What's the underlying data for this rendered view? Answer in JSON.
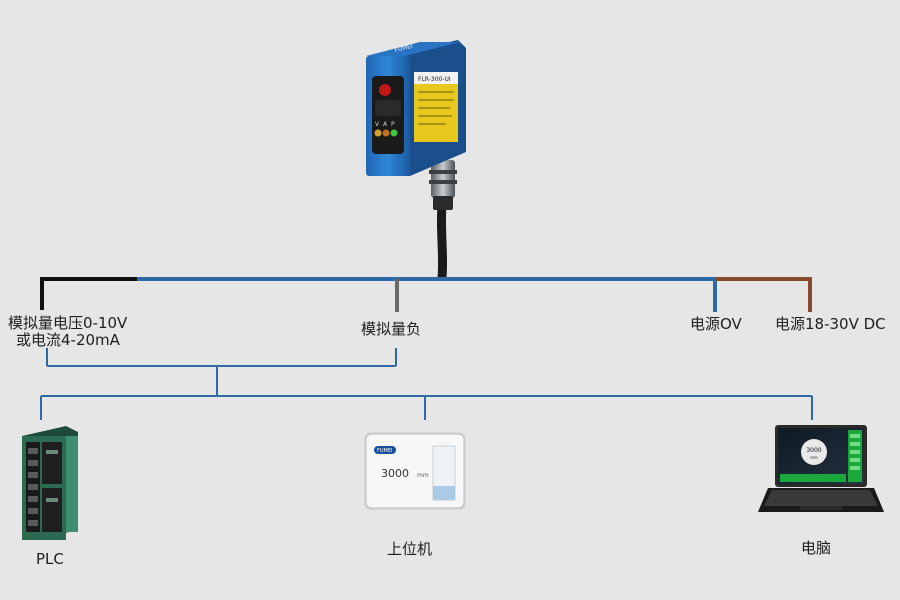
{
  "sensor": {
    "brand": "FUMEI",
    "model": "FLR-300-UI",
    "indicator_labels": [
      "V",
      "A",
      "P"
    ]
  },
  "wires": [
    {
      "label_line1": "模拟量电压0-10V",
      "label_line2": "或电流4-20mA",
      "color": "#111111"
    },
    {
      "label_line1": "模拟量负",
      "label_line2": "",
      "color": "#6b6b6b"
    },
    {
      "label_line1": "电源OV",
      "label_line2": "",
      "color": "#2e6aa8"
    },
    {
      "label_line1": "电源18-30V DC",
      "label_line2": "",
      "color": "#8a4a2e"
    }
  ],
  "bus_color": "#2e6aa8",
  "devices": [
    {
      "label": "PLC"
    },
    {
      "label": "上位机",
      "display_value": "3000",
      "display_unit": "mm",
      "brand": "FUMEI"
    },
    {
      "label": "电脑",
      "screen_value": "3000",
      "screen_unit": "mm"
    }
  ]
}
